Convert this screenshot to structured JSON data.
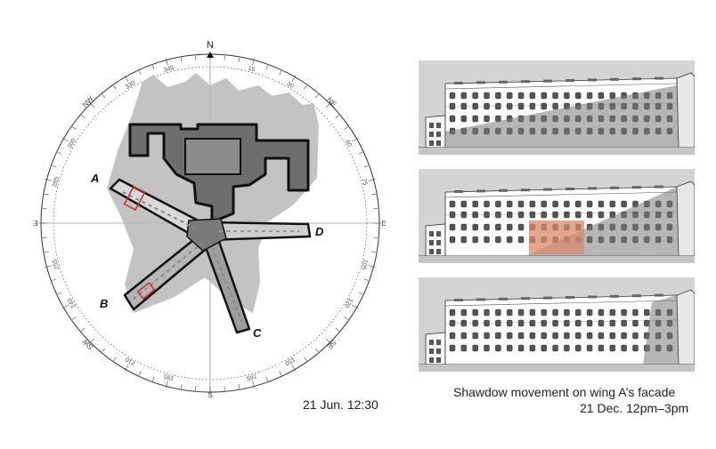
{
  "compass": {
    "north": "N",
    "south": "S",
    "east": "E",
    "west": "E",
    "ne": "NE",
    "nw": "NW",
    "se": "SE",
    "sw": "SW",
    "degrees": [
      {
        "angle": 15,
        "label": "15"
      },
      {
        "angle": 30,
        "label": "30"
      },
      {
        "angle": 60,
        "label": "60"
      },
      {
        "angle": 75,
        "label": "75"
      },
      {
        "angle": 105,
        "label": "105"
      },
      {
        "angle": 120,
        "label": "120"
      },
      {
        "angle": 150,
        "label": "150"
      },
      {
        "angle": 165,
        "label": "165"
      },
      {
        "angle": 195,
        "label": "195"
      },
      {
        "angle": 210,
        "label": "210"
      },
      {
        "angle": 240,
        "label": "240"
      },
      {
        "angle": 255,
        "label": "255"
      },
      {
        "angle": 285,
        "label": "285"
      },
      {
        "angle": 300,
        "label": "300"
      },
      {
        "angle": 330,
        "label": "330"
      },
      {
        "angle": 345,
        "label": "345"
      }
    ]
  },
  "wings": {
    "a": "A",
    "b": "B",
    "c": "C",
    "d": "D"
  },
  "colors": {
    "highlight": "#d0342c",
    "shadow": "#8a8a8a",
    "overlay": "#d98a6a"
  },
  "captions": {
    "plan_date": "21 Jun. 12:30",
    "facade_title": "Shawdow movement on wing A’s facade",
    "facade_time": "21 Dec. 12pm–3pm"
  }
}
